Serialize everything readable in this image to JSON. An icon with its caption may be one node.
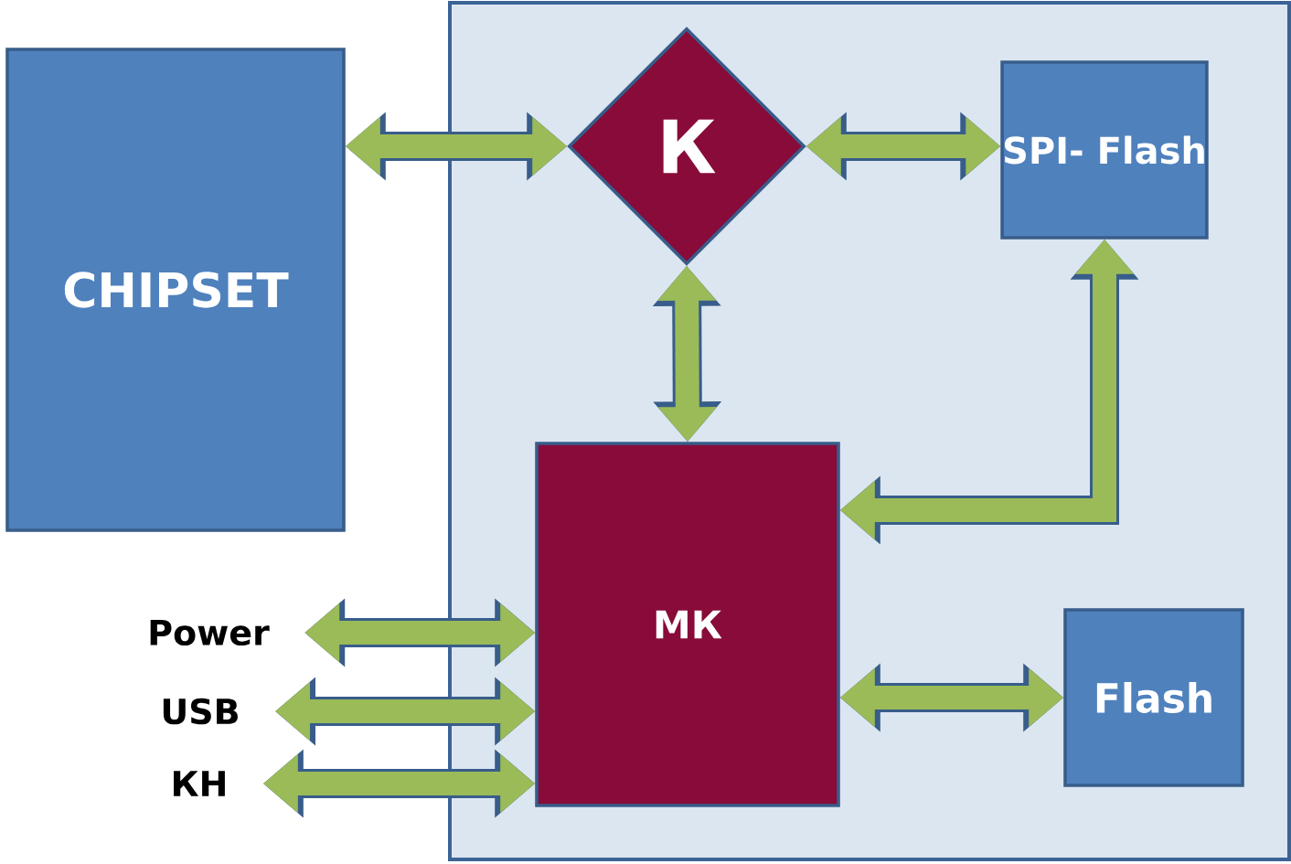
{
  "diagram": {
    "nodes": [
      {
        "text": [
          "CHIPSET"
        ]
      },
      {
        "text": [
          "К"
        ]
      },
      {
        "text": [
          "SPI- Flash"
        ]
      },
      {
        "text": [
          "МК"
        ]
      },
      {
        "text": [
          "Flash"
        ]
      },
      {
        "text": [
          "Power"
        ]
      },
      {
        "text": [
          "USB"
        ]
      },
      {
        "text": [
          "КН"
        ]
      }
    ],
    "edges": [
      {
        "from": 0,
        "to": 1,
        "arrow": "both"
      },
      {
        "from": 1,
        "to": 2,
        "arrow": "both"
      },
      {
        "from": 1,
        "to": 3,
        "arrow": "both"
      },
      {
        "from": 3,
        "to": 2,
        "arrow": "both"
      },
      {
        "from": 3,
        "to": 4,
        "arrow": "both"
      },
      {
        "from": 5,
        "to": 3,
        "arrow": "both"
      },
      {
        "from": 6,
        "to": 3,
        "arrow": "both"
      },
      {
        "from": 7,
        "to": 3,
        "arrow": "both"
      }
    ]
  }
}
